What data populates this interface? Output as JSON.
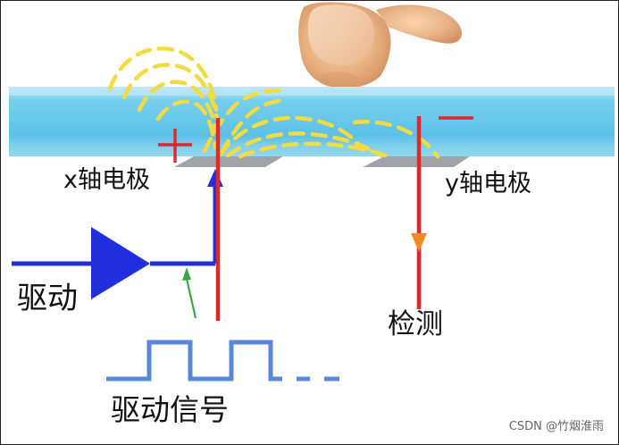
{
  "labels": {
    "x_electrode": "x轴电极",
    "y_electrode": "y轴电极",
    "drive": "驱动",
    "detect": "检测",
    "drive_signal": "驱动信号",
    "plus_sign": "+",
    "minus_sign": "—"
  },
  "watermark": "CSDN @竹烟淮雨",
  "colors": {
    "glass": "#69c7ea",
    "field_lines": "#f2dc42",
    "drive_line": "#1f2fdc",
    "signal_line": "#5a88d8",
    "red_line": "#e12727",
    "detect_arrow": "#f28b22",
    "green_pointer": "#39a84b",
    "electrode": "#9aa0a6"
  },
  "icons": {
    "finger": "finger-image",
    "drive_amplifier": "triangle-amplifier-icon"
  }
}
